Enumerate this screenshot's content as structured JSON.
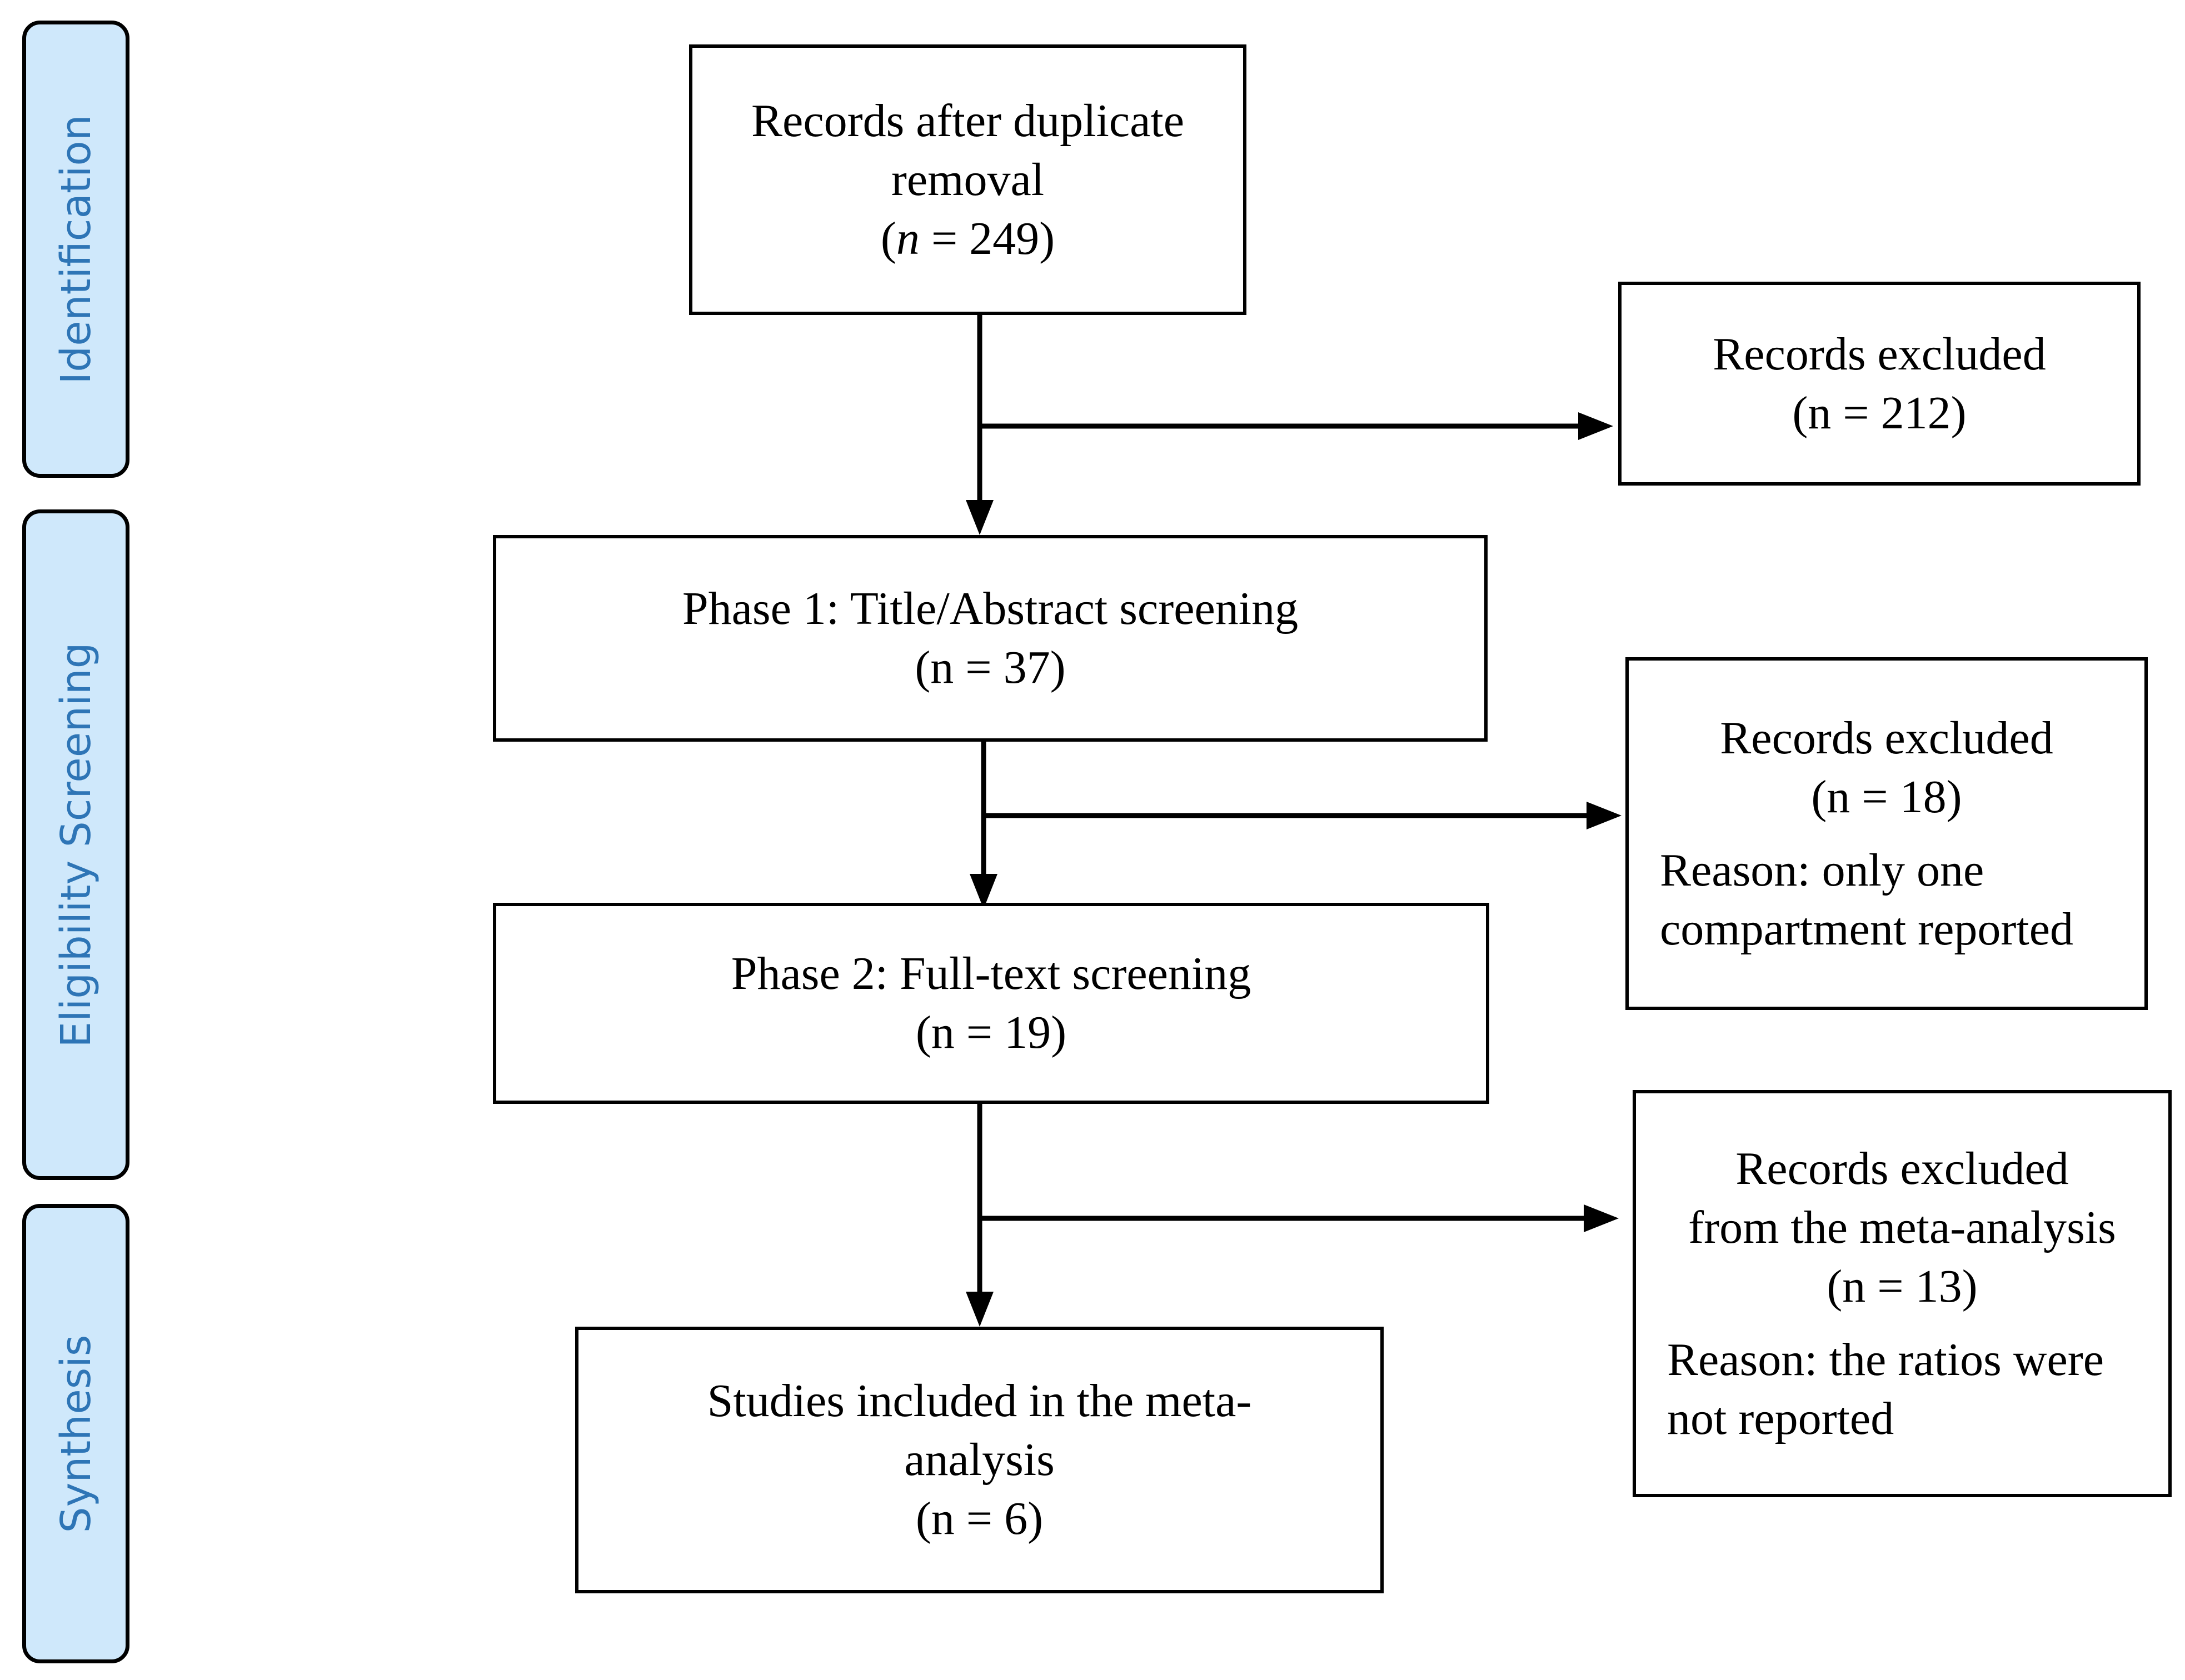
{
  "phases": [
    {
      "id": "identification",
      "label": "Identification"
    },
    {
      "id": "eligibility",
      "label": "Eligibility Screening"
    },
    {
      "id": "synthesis",
      "label": "Synthesis"
    }
  ],
  "main_boxes": {
    "records_after_duplicates": {
      "line1": "Records after duplicate",
      "line2": "removal",
      "count_open": "(",
      "count_var": "n",
      "count_rest": " = 249)"
    },
    "phase1": {
      "line1": "Phase 1: Title/Abstract screening",
      "count": "(n = 37)"
    },
    "phase2": {
      "line1": "Phase 2: Full-text screening",
      "count": "(n = 19)"
    },
    "included": {
      "line1": "Studies included in the meta-",
      "line2": "analysis",
      "count": "(n = 6)"
    }
  },
  "exclusion_boxes": {
    "excluded_1": {
      "title": "Records excluded",
      "count": "(n = 212)"
    },
    "excluded_2": {
      "title": "Records excluded",
      "count": "(n = 18)",
      "reason": "Reason: only one compartment reported"
    },
    "excluded_3": {
      "title_line1": "Records excluded",
      "title_line2": "from the meta-analysis",
      "count": "(n = 13)",
      "reason": "Reason: the ratios were not reported"
    }
  },
  "colors": {
    "phase_fill": "#cfe8fb",
    "phase_text": "#2e75b6",
    "line": "#000000"
  }
}
